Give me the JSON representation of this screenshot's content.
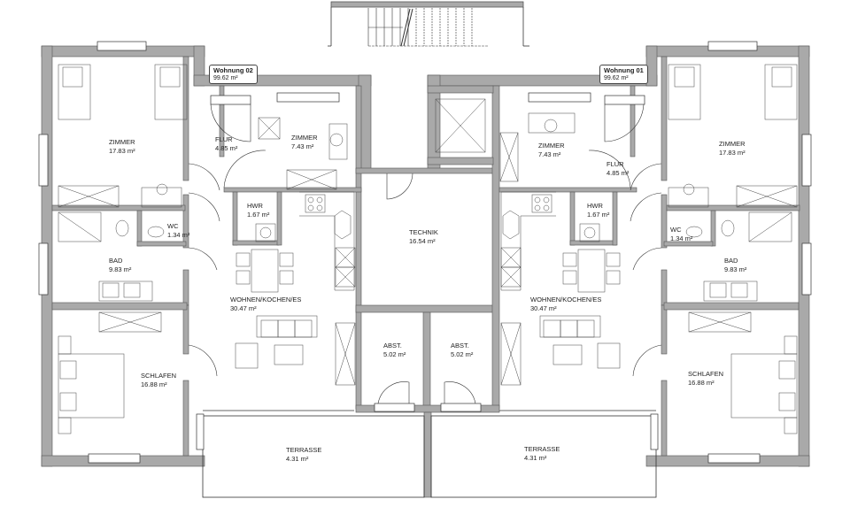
{
  "plan": {
    "type": "architectural floor plan",
    "colors": {
      "wall": "#a9a9a9",
      "wall_edge": "#555555",
      "line": "#333333",
      "background": "#ffffff"
    },
    "units": [
      {
        "id": "wohnung-02",
        "title": "Wohnung 02",
        "area": "99.62 m²"
      },
      {
        "id": "wohnung-01",
        "title": "Wohnung 01",
        "area": "99.62 m²"
      }
    ],
    "rooms": {
      "left": {
        "zimmer_large": {
          "name": "ZIMMER",
          "area": "17.83 m²"
        },
        "flur": {
          "name": "FLUR",
          "area": "4.85 m²"
        },
        "zimmer_small": {
          "name": "ZIMMER",
          "area": "7.43 m²"
        },
        "hwr": {
          "name": "HWR",
          "area": "1.67 m²"
        },
        "wc": {
          "name": "WC",
          "area": "1.34 m²"
        },
        "bad": {
          "name": "BAD",
          "area": "9.83 m²"
        },
        "wohnen": {
          "name": "WOHNEN/KOCHEN/ES",
          "area": "30.47 m²"
        },
        "schlafen": {
          "name": "SCHLAFEN",
          "area": "16.88 m²"
        },
        "terrasse": {
          "name": "TERRASSE",
          "area": "4.31 m²"
        }
      },
      "center": {
        "technik": {
          "name": "TECHNIK",
          "area": "16.54 m²"
        },
        "abst_left": {
          "name": "ABST.",
          "area": "5.02 m²"
        },
        "abst_right": {
          "name": "ABST.",
          "area": "5.02 m²"
        }
      },
      "right": {
        "zimmer_small": {
          "name": "ZIMMER",
          "area": "7.43 m²"
        },
        "flur": {
          "name": "FLUR",
          "area": "4.85 m²"
        },
        "zimmer_large": {
          "name": "ZIMMER",
          "area": "17.83 m²"
        },
        "hwr": {
          "name": "HWR",
          "area": "1.67 m²"
        },
        "wc": {
          "name": "WC",
          "area": "1.34 m²"
        },
        "bad": {
          "name": "BAD",
          "area": "9.83 m²"
        },
        "wohnen": {
          "name": "WOHNEN/KOCHEN/ES",
          "area": "30.47 m²"
        },
        "schlafen": {
          "name": "SCHLAFEN",
          "area": "16.88 m²"
        },
        "terrasse": {
          "name": "TERRASSE",
          "area": "4.31 m²"
        }
      }
    }
  }
}
